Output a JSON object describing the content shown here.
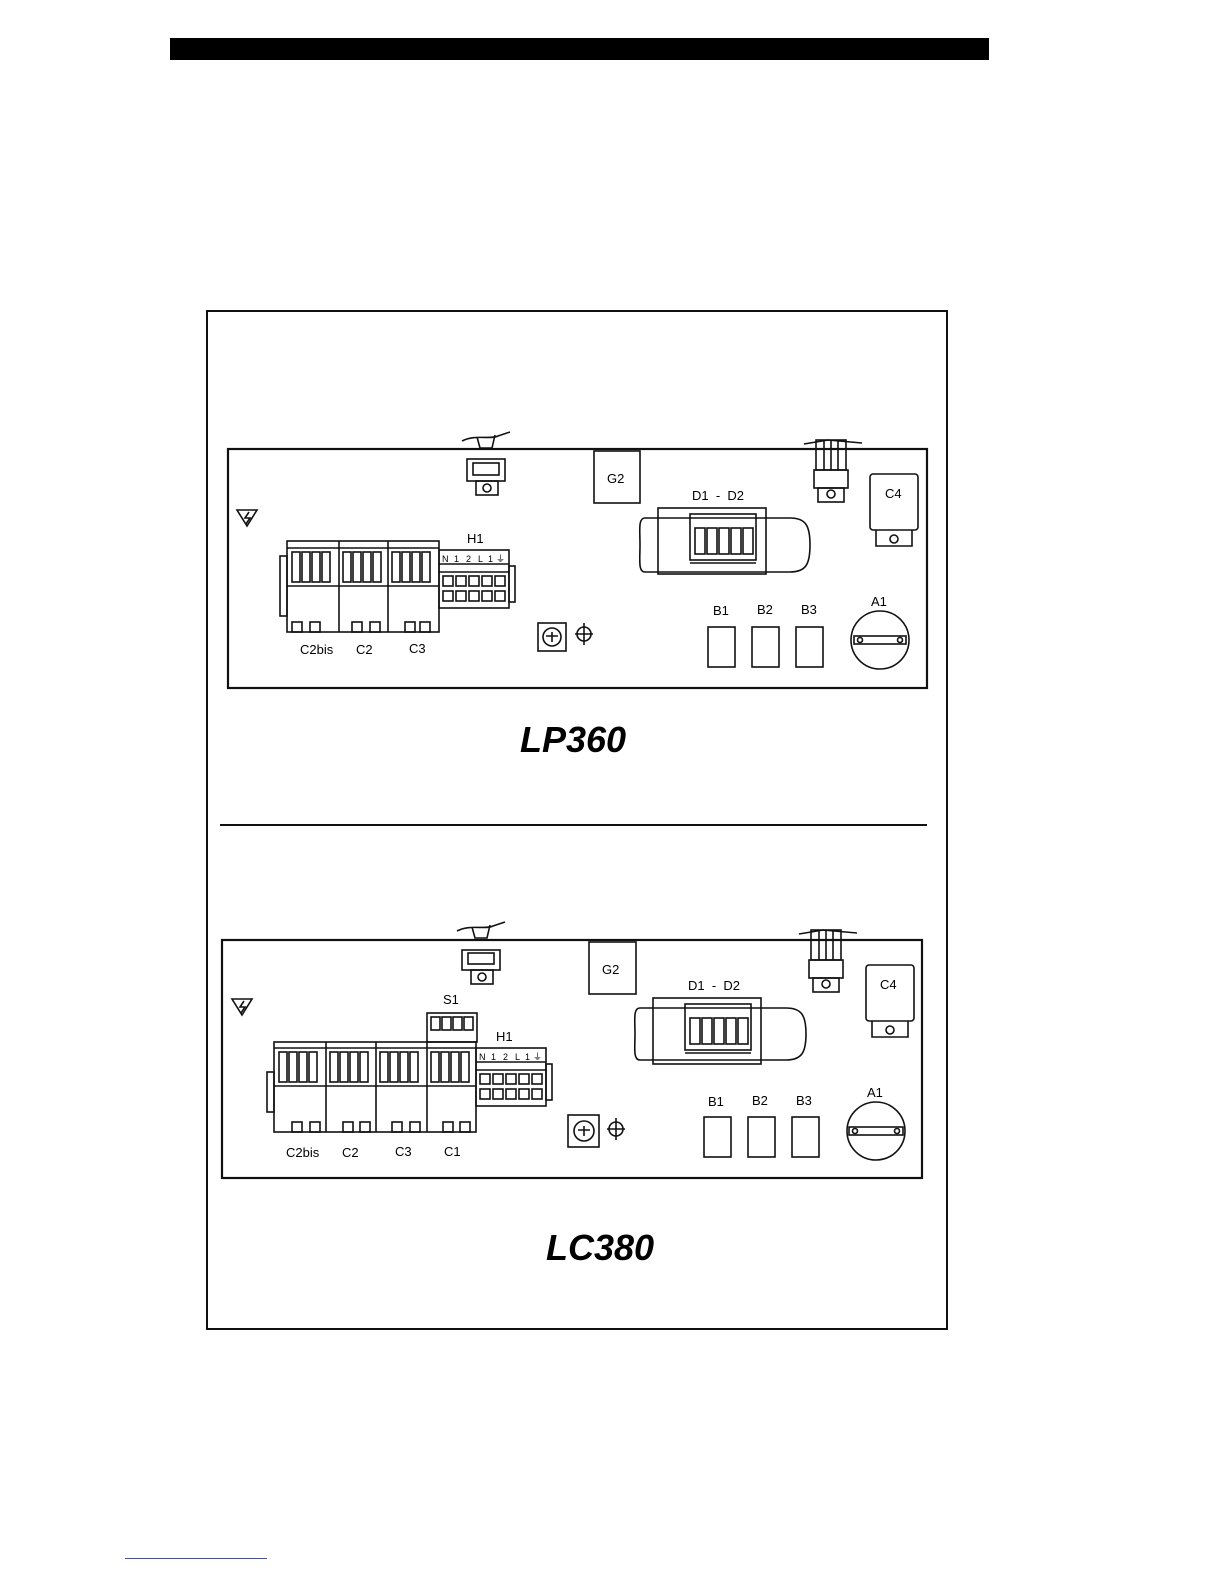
{
  "diagrams": [
    {
      "model": "LP360",
      "labels": {
        "g2": "G2",
        "d1d2": "D1  -  D2",
        "c4": "C4",
        "h1": "H1",
        "b1": "B1",
        "b2": "B2",
        "b3": "B3",
        "a1": "A1",
        "c2bis": "C2bis",
        "c2": "C2",
        "c3": "C3"
      },
      "terminal_marks": [
        "N",
        "1",
        "2",
        "L",
        "1",
        "⏚"
      ]
    },
    {
      "model": "LC380",
      "labels": {
        "g2": "G2",
        "d1d2": "D1  -  D2",
        "c4": "C4",
        "h1": "H1",
        "s1": "S1",
        "b1": "B1",
        "b2": "B2",
        "b3": "B3",
        "a1": "A1",
        "c2bis": "C2bis",
        "c2": "C2",
        "c3": "C3",
        "c1": "C1"
      },
      "terminal_marks": [
        "N",
        "1",
        "2",
        "L",
        "1",
        "⏚"
      ]
    }
  ]
}
